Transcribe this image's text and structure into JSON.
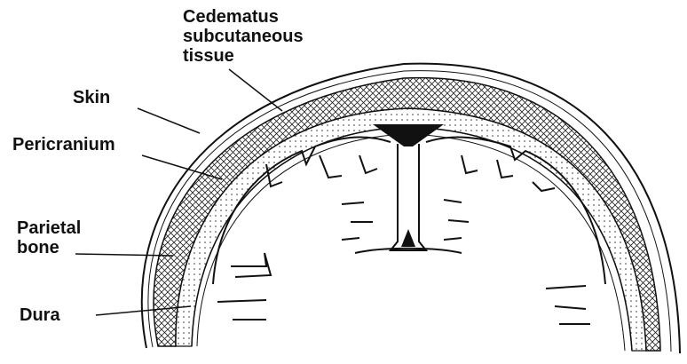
{
  "labels": {
    "oedema": [
      "Cedematus",
      "subcutaneous",
      "tissue"
    ],
    "skin": "Skin",
    "pericranium": "Pericranium",
    "parietal": [
      "Parietal",
      "bone"
    ],
    "dura": "Dura"
  },
  "colors": {
    "ink": "#111111",
    "background": "#ffffff"
  }
}
